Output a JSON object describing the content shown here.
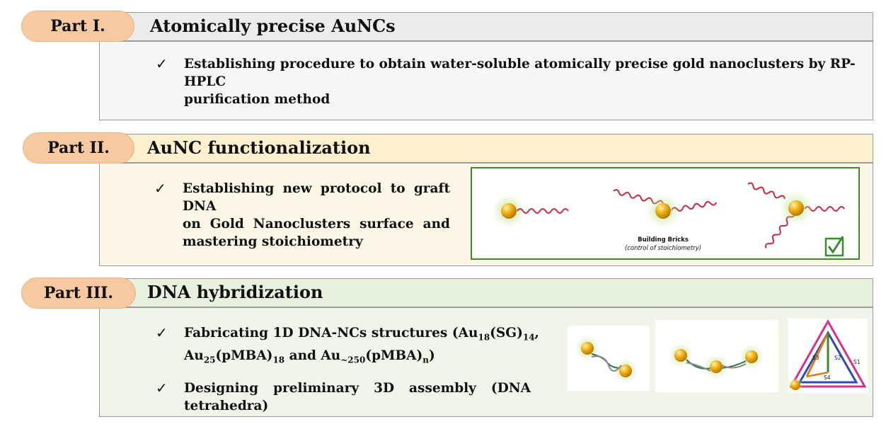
{
  "part1": {
    "label": "Part I.",
    "title": "Atomically precise AuNCs",
    "bullet": "Establishing procedure to obtain water-soluble atomically precise gold nanoclusters by RP-HPLC",
    "bullet_cont": "purification method"
  },
  "part2": {
    "label": "Part II.",
    "title": "AuNC functionalization",
    "bullet_lines": [
      "Establishing new protocol to graft DNA",
      "on Gold Nanoclusters surface and",
      "mastering stoichiometry"
    ],
    "image": {
      "caption": "Building Bricks",
      "subcaption": "(control of stoichiometry)"
    }
  },
  "part3": {
    "label": "Part III.",
    "title": "DNA hybridization",
    "bullet1": {
      "line1": "Fabricating 1D DNA-NCs structures (Au",
      "au18": "18",
      "sg": "(SG)",
      "sg_sub": "14",
      "line1_end": ",",
      "au25": "Au",
      "au25_sub": "25",
      "pmba": "(pMBA)",
      "pmba_sub": "18",
      "and": " and Au",
      "au250_sub": "~250",
      "pmba2": "(pMBA)",
      "pmba2_sub": "n",
      "close": ")"
    },
    "bullet2_line1": "Designing preliminary 3D assembly (DNA",
    "bullet2_line2": "tetrahedra)",
    "strand_labels": [
      "S3",
      "S2",
      "S1",
      "S4"
    ]
  },
  "check_glyph": "✓",
  "colors": {
    "pill": "#f7c9a0",
    "part1_bg": "#f2f2f2",
    "part2_bg": "#fdf3dc",
    "part3_bg": "#eaf3e3",
    "frame_green": "#3c8a2e",
    "gold": "#f2b21a",
    "dna_red": "#c8283a"
  }
}
